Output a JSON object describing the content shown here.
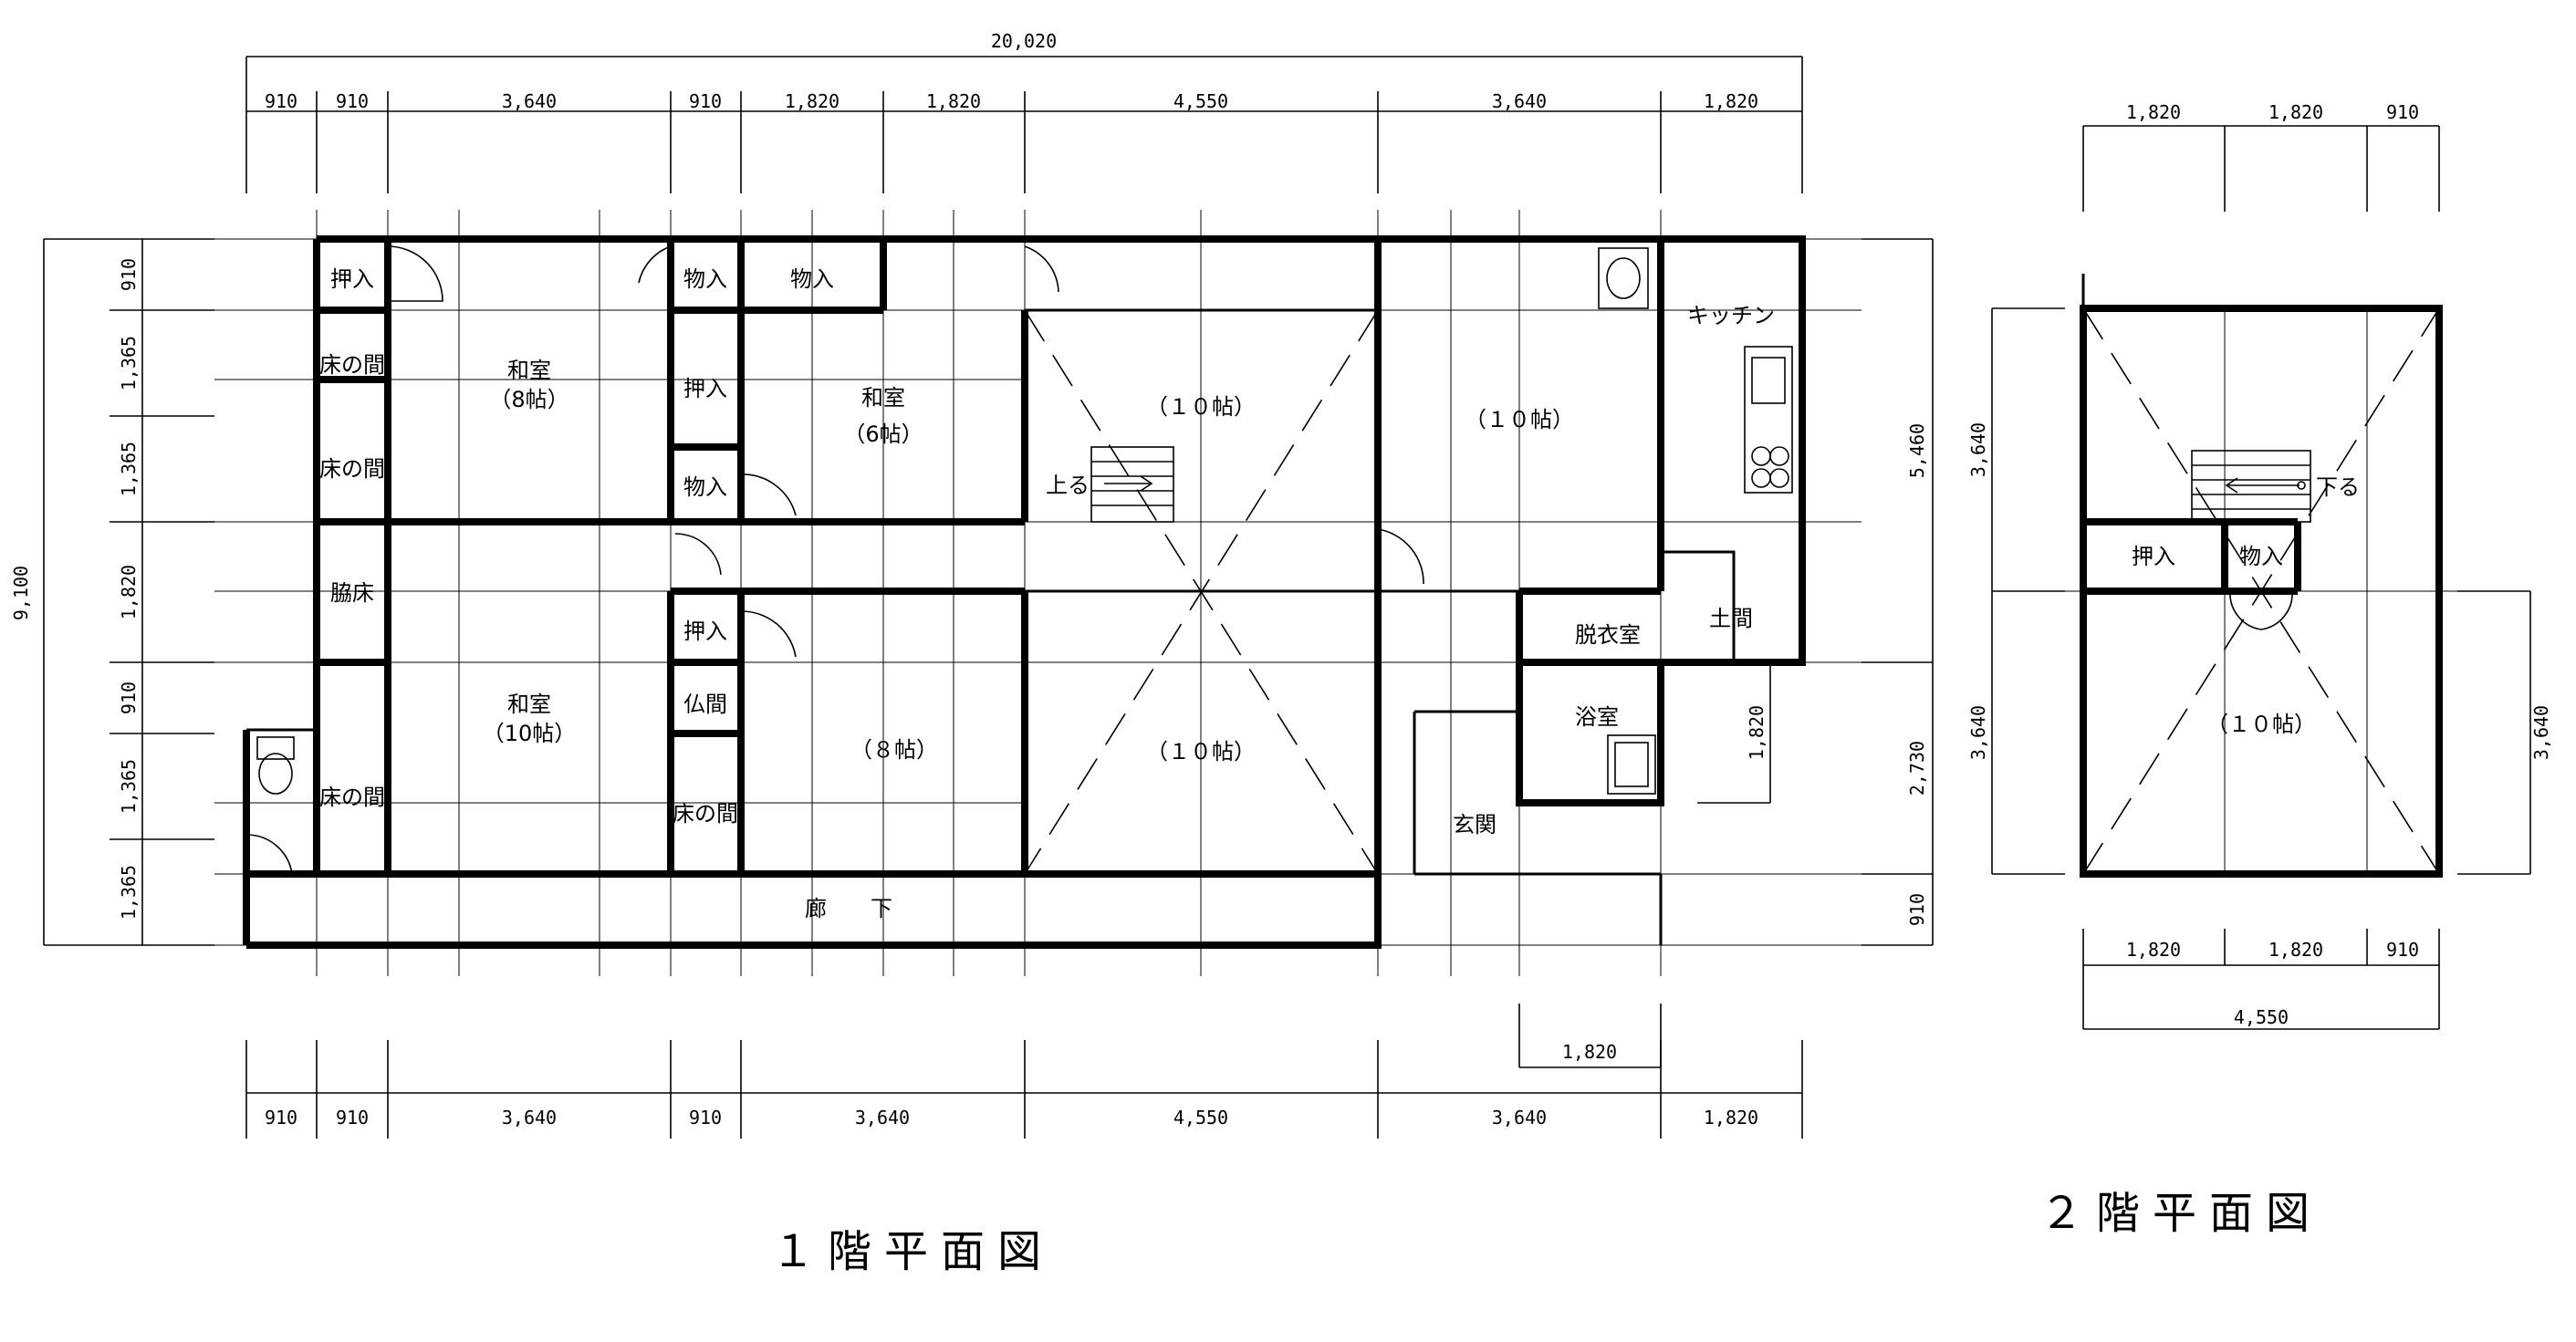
{
  "titles": {
    "floor1": "１階平面図",
    "floor2": "２階平面図"
  },
  "floor1": {
    "dims": {
      "total_width": "20,020",
      "top_segments": [
        "910",
        "910",
        "3,640",
        "910",
        "1,820",
        "1,820",
        "4,550",
        "3,640",
        "1,820"
      ],
      "bottom_segments": [
        "910",
        "910",
        "3,640",
        "910",
        "3,640",
        "4,550",
        "3,640",
        "1,820"
      ],
      "bottom_extra": "1,820",
      "left_total": "9,100",
      "left_segments": [
        "910",
        "1,365",
        "1,365",
        "1,820",
        "910",
        "1,365",
        "1,365"
      ],
      "right_segments": [
        "5,460",
        "2,730",
        "910"
      ],
      "inner_genkan": "1,820"
    },
    "rooms": {
      "oshiire_a": "押入",
      "tokonoma_a": "床の間",
      "tokonoma_b": "床の間",
      "wakidoko": "脇床",
      "tokonoma_c": "床の間",
      "washitsu8_a": "和室",
      "washitsu8_b": "（8帖）",
      "washitsu10_a": "和室",
      "washitsu10_b": "（10帖）",
      "mono_a": "物入",
      "mono_b": "物入",
      "oshiire_b": "押入",
      "mono_c": "物入",
      "washitsu6_a": "和室",
      "washitsu6_b": "（6帖）",
      "oshiire_c": "押入",
      "butsuma": "仏間",
      "tokonoma_d": "床の間",
      "room8": "（８帖）",
      "room10_a": "（１０帖）",
      "room10_b": "（１０帖）",
      "room10_c": "（１０帖）",
      "noboru": "上る",
      "kitchen": "キッチン",
      "doma": "土間",
      "datsuishitsu": "脱衣室",
      "yokushitsu": "浴室",
      "genkan": "玄関",
      "rouka": "廊　　下"
    }
  },
  "floor2": {
    "dims": {
      "top_segments": [
        "1,820",
        "1,820",
        "910"
      ],
      "bottom_segments": [
        "1,820",
        "1,820",
        "910"
      ],
      "bottom_total": "4,550",
      "left_segments": [
        "3,640",
        "3,640"
      ],
      "right_segment": "3,640"
    },
    "rooms": {
      "oshiire": "押入",
      "mono": "物入",
      "room10": "（１０帖）",
      "kudaru": "下る"
    }
  }
}
